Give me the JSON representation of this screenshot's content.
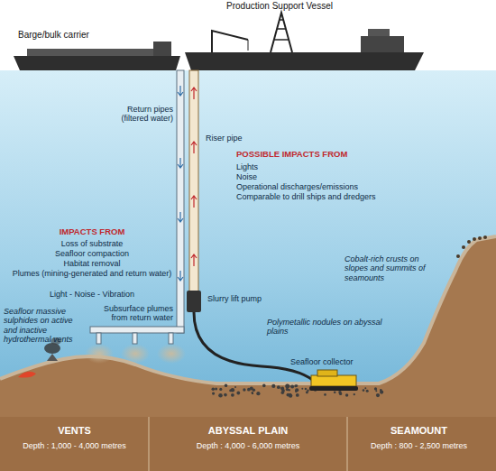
{
  "diagram": {
    "labels": [
      "Production Support Vessel",
      "Barge/bulk carrier",
      "Return pipes (filtered water)",
      "Riser pipe",
      "POSSIBLE IMPACTS FROM",
      "Lights",
      "Noise",
      "Operational discharges/emissions",
      "Comparable to drill ships and dredgers",
      "IMPACTS FROM",
      "Loss of substrate",
      "Seafloor compaction",
      "Habitat removal",
      "Plumes (mining-generated and return water)",
      "Light - Noise - Vibration",
      "Cobalt-rich crusts on slopes and summits of seamounts",
      "Seafloor massive sulphides on active and inactive hydrothermal vents",
      "Subsurface plumes from return water",
      "Slurry lift pump",
      "Polymetallic nodules on abyssal plains",
      "Seafloor collector",
      "VENTS",
      "Depth : 1,000 - 4,000 metres",
      "ABYSSAL PLAIN",
      "Depth : 4,000 - 6,000 metres",
      "SEAMOUNT",
      "Depth : 800 - 2,500 metres"
    ]
  }
}
